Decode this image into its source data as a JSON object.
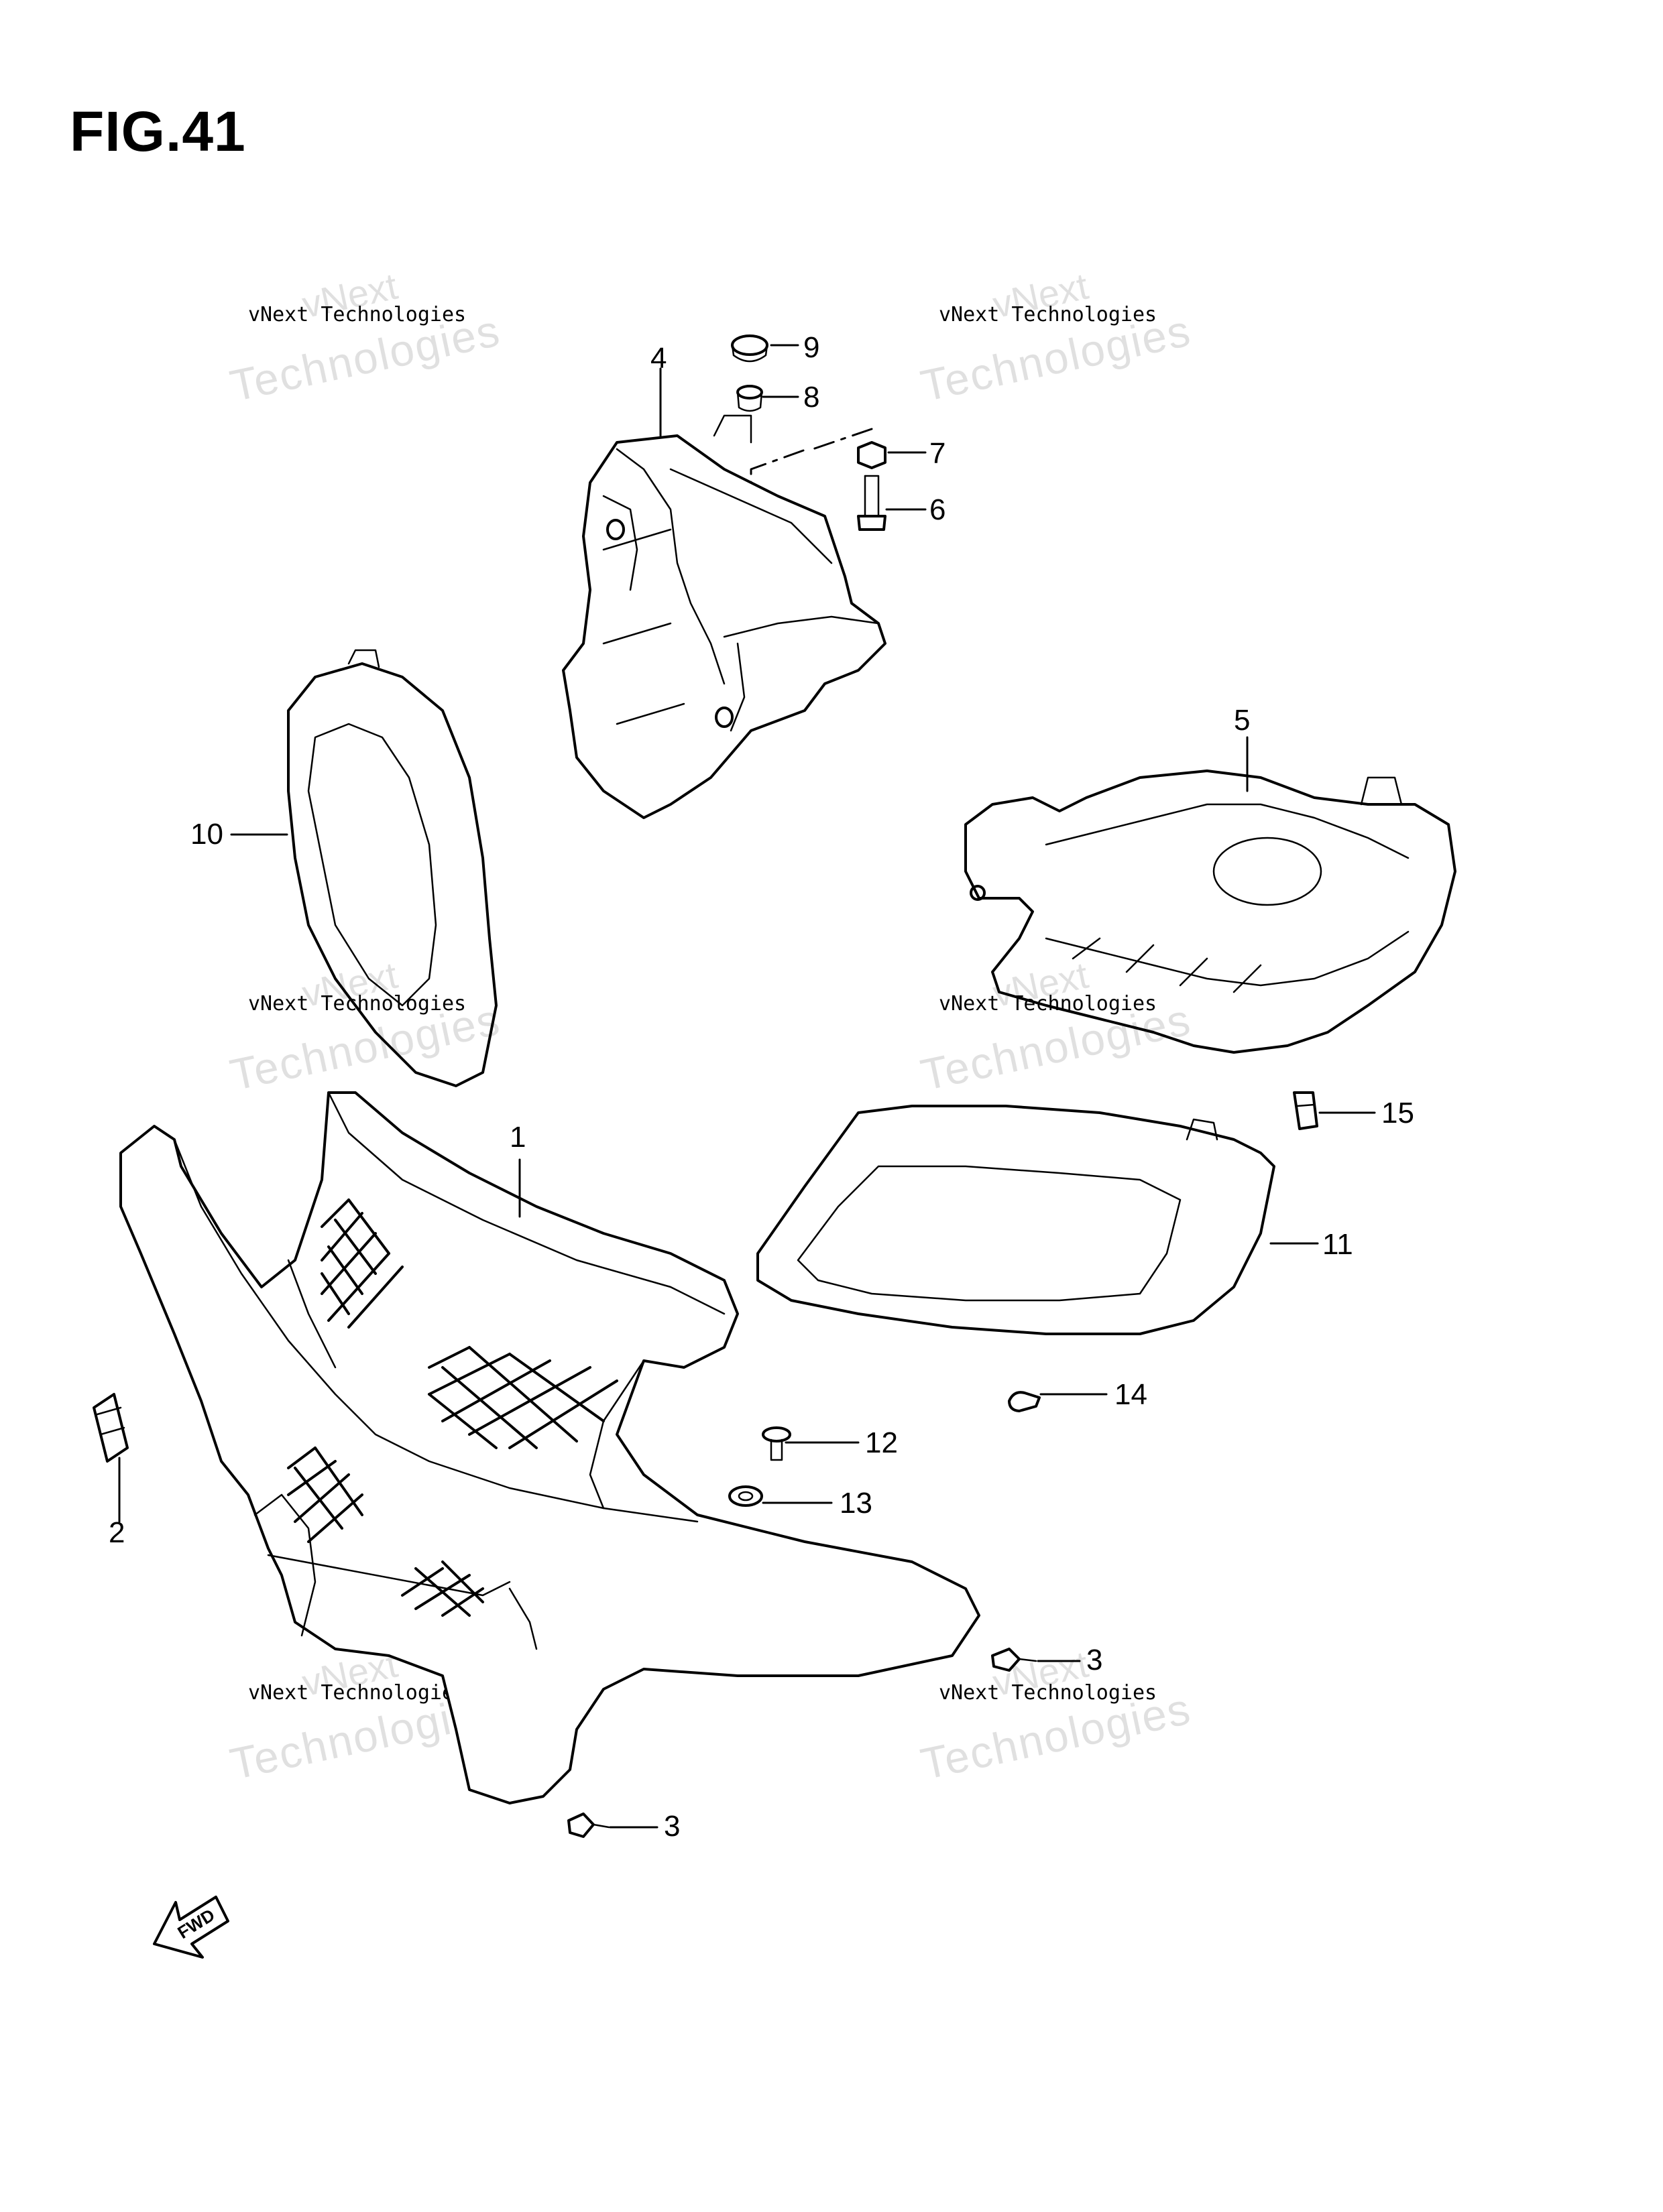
{
  "figure": {
    "title": "FIG.41"
  },
  "watermark": {
    "line1": "vNext Technologies",
    "line2": "Technologies",
    "line3": "vNext"
  },
  "callouts": [
    {
      "id": "c1",
      "label": "1"
    },
    {
      "id": "c2",
      "label": "2"
    },
    {
      "id": "c3a",
      "label": "3"
    },
    {
      "id": "c3b",
      "label": "3"
    },
    {
      "id": "c4",
      "label": "4"
    },
    {
      "id": "c5",
      "label": "5"
    },
    {
      "id": "c6",
      "label": "6"
    },
    {
      "id": "c7",
      "label": "7"
    },
    {
      "id": "c8",
      "label": "8"
    },
    {
      "id": "c9",
      "label": "9"
    },
    {
      "id": "c10",
      "label": "10"
    },
    {
      "id": "c11",
      "label": "11"
    },
    {
      "id": "c12",
      "label": "12"
    },
    {
      "id": "c13",
      "label": "13"
    },
    {
      "id": "c14",
      "label": "14"
    },
    {
      "id": "c15",
      "label": "15"
    }
  ],
  "fwd_arrow": {
    "label": "FWD"
  }
}
